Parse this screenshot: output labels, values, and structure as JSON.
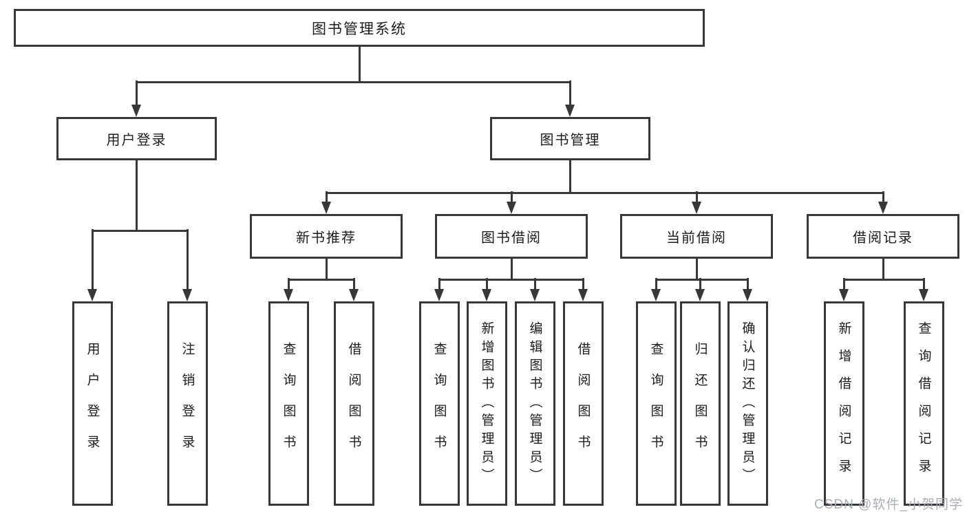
{
  "diagram": {
    "root": "图书管理系统",
    "branches": [
      {
        "label": "用户登录",
        "children": [
          "用户登录",
          "注销登录"
        ]
      },
      {
        "label": "图书管理",
        "sections": [
          {
            "label": "新书推荐",
            "children": [
              "查询图书",
              "借阅图书"
            ]
          },
          {
            "label": "图书借阅",
            "children": [
              "查询图书",
              "新增图书（管理员）",
              "编辑图书（管理员）",
              "借阅图书"
            ]
          },
          {
            "label": "当前借阅",
            "children": [
              "查询图书",
              "归还图书",
              "确认归还（管理员）"
            ]
          },
          {
            "label": "借阅记录",
            "children": [
              "新增借阅记录",
              "查询借阅记录"
            ]
          }
        ]
      }
    ]
  },
  "watermark": {
    "text": "CSDN @软件_小贺同学"
  },
  "colors": {
    "line": "#383838",
    "text": "#1c1c1c",
    "watermark": "#a4a9b0"
  }
}
